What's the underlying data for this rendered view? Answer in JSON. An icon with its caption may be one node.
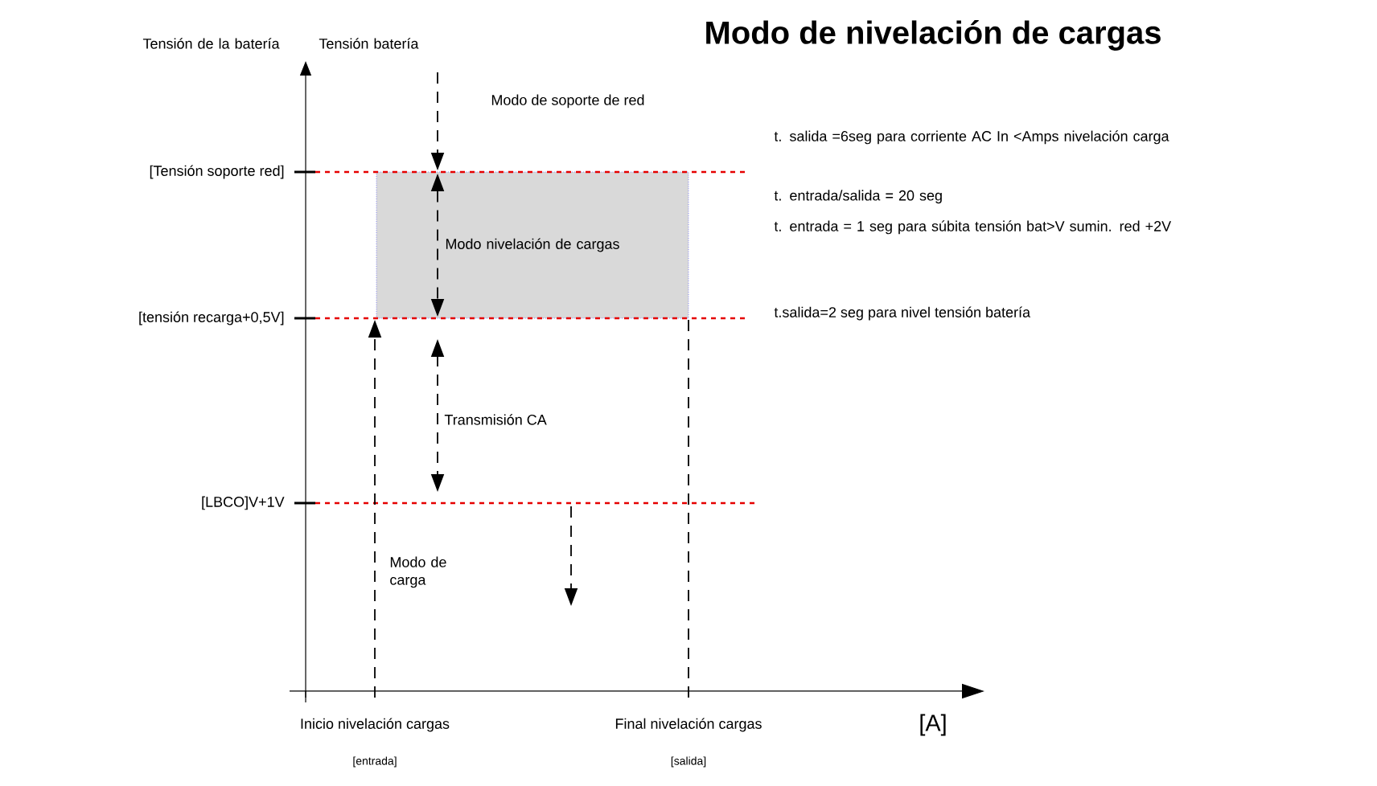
{
  "diagram": {
    "title": "Modo de nivelación de cargas",
    "nodes": [
      {
        "text": [
          "Modo nivelación de cargas"
        ]
      }
    ],
    "labels": [
      "Tensión de la batería",
      "Tensión batería",
      "Modo de soporte de red",
      "t. salida =6seg para corriente AC In <Amps nivelación carga",
      "t. entrada/salida = 20 seg",
      "t. entrada = 1 seg para súbita tensión bat>V sumin. red +2V",
      "[Tensión soporte red]",
      "[tensión recarga+0,5V]",
      "t.salida=2 seg para nivel tensión batería",
      "Transmisión CA",
      "[LBCO]V+1V",
      "Modo de carga",
      "Inicio nivelación cargas",
      "Final nivelación cargas",
      "[A]",
      "[entrada]",
      "[salida]"
    ]
  }
}
